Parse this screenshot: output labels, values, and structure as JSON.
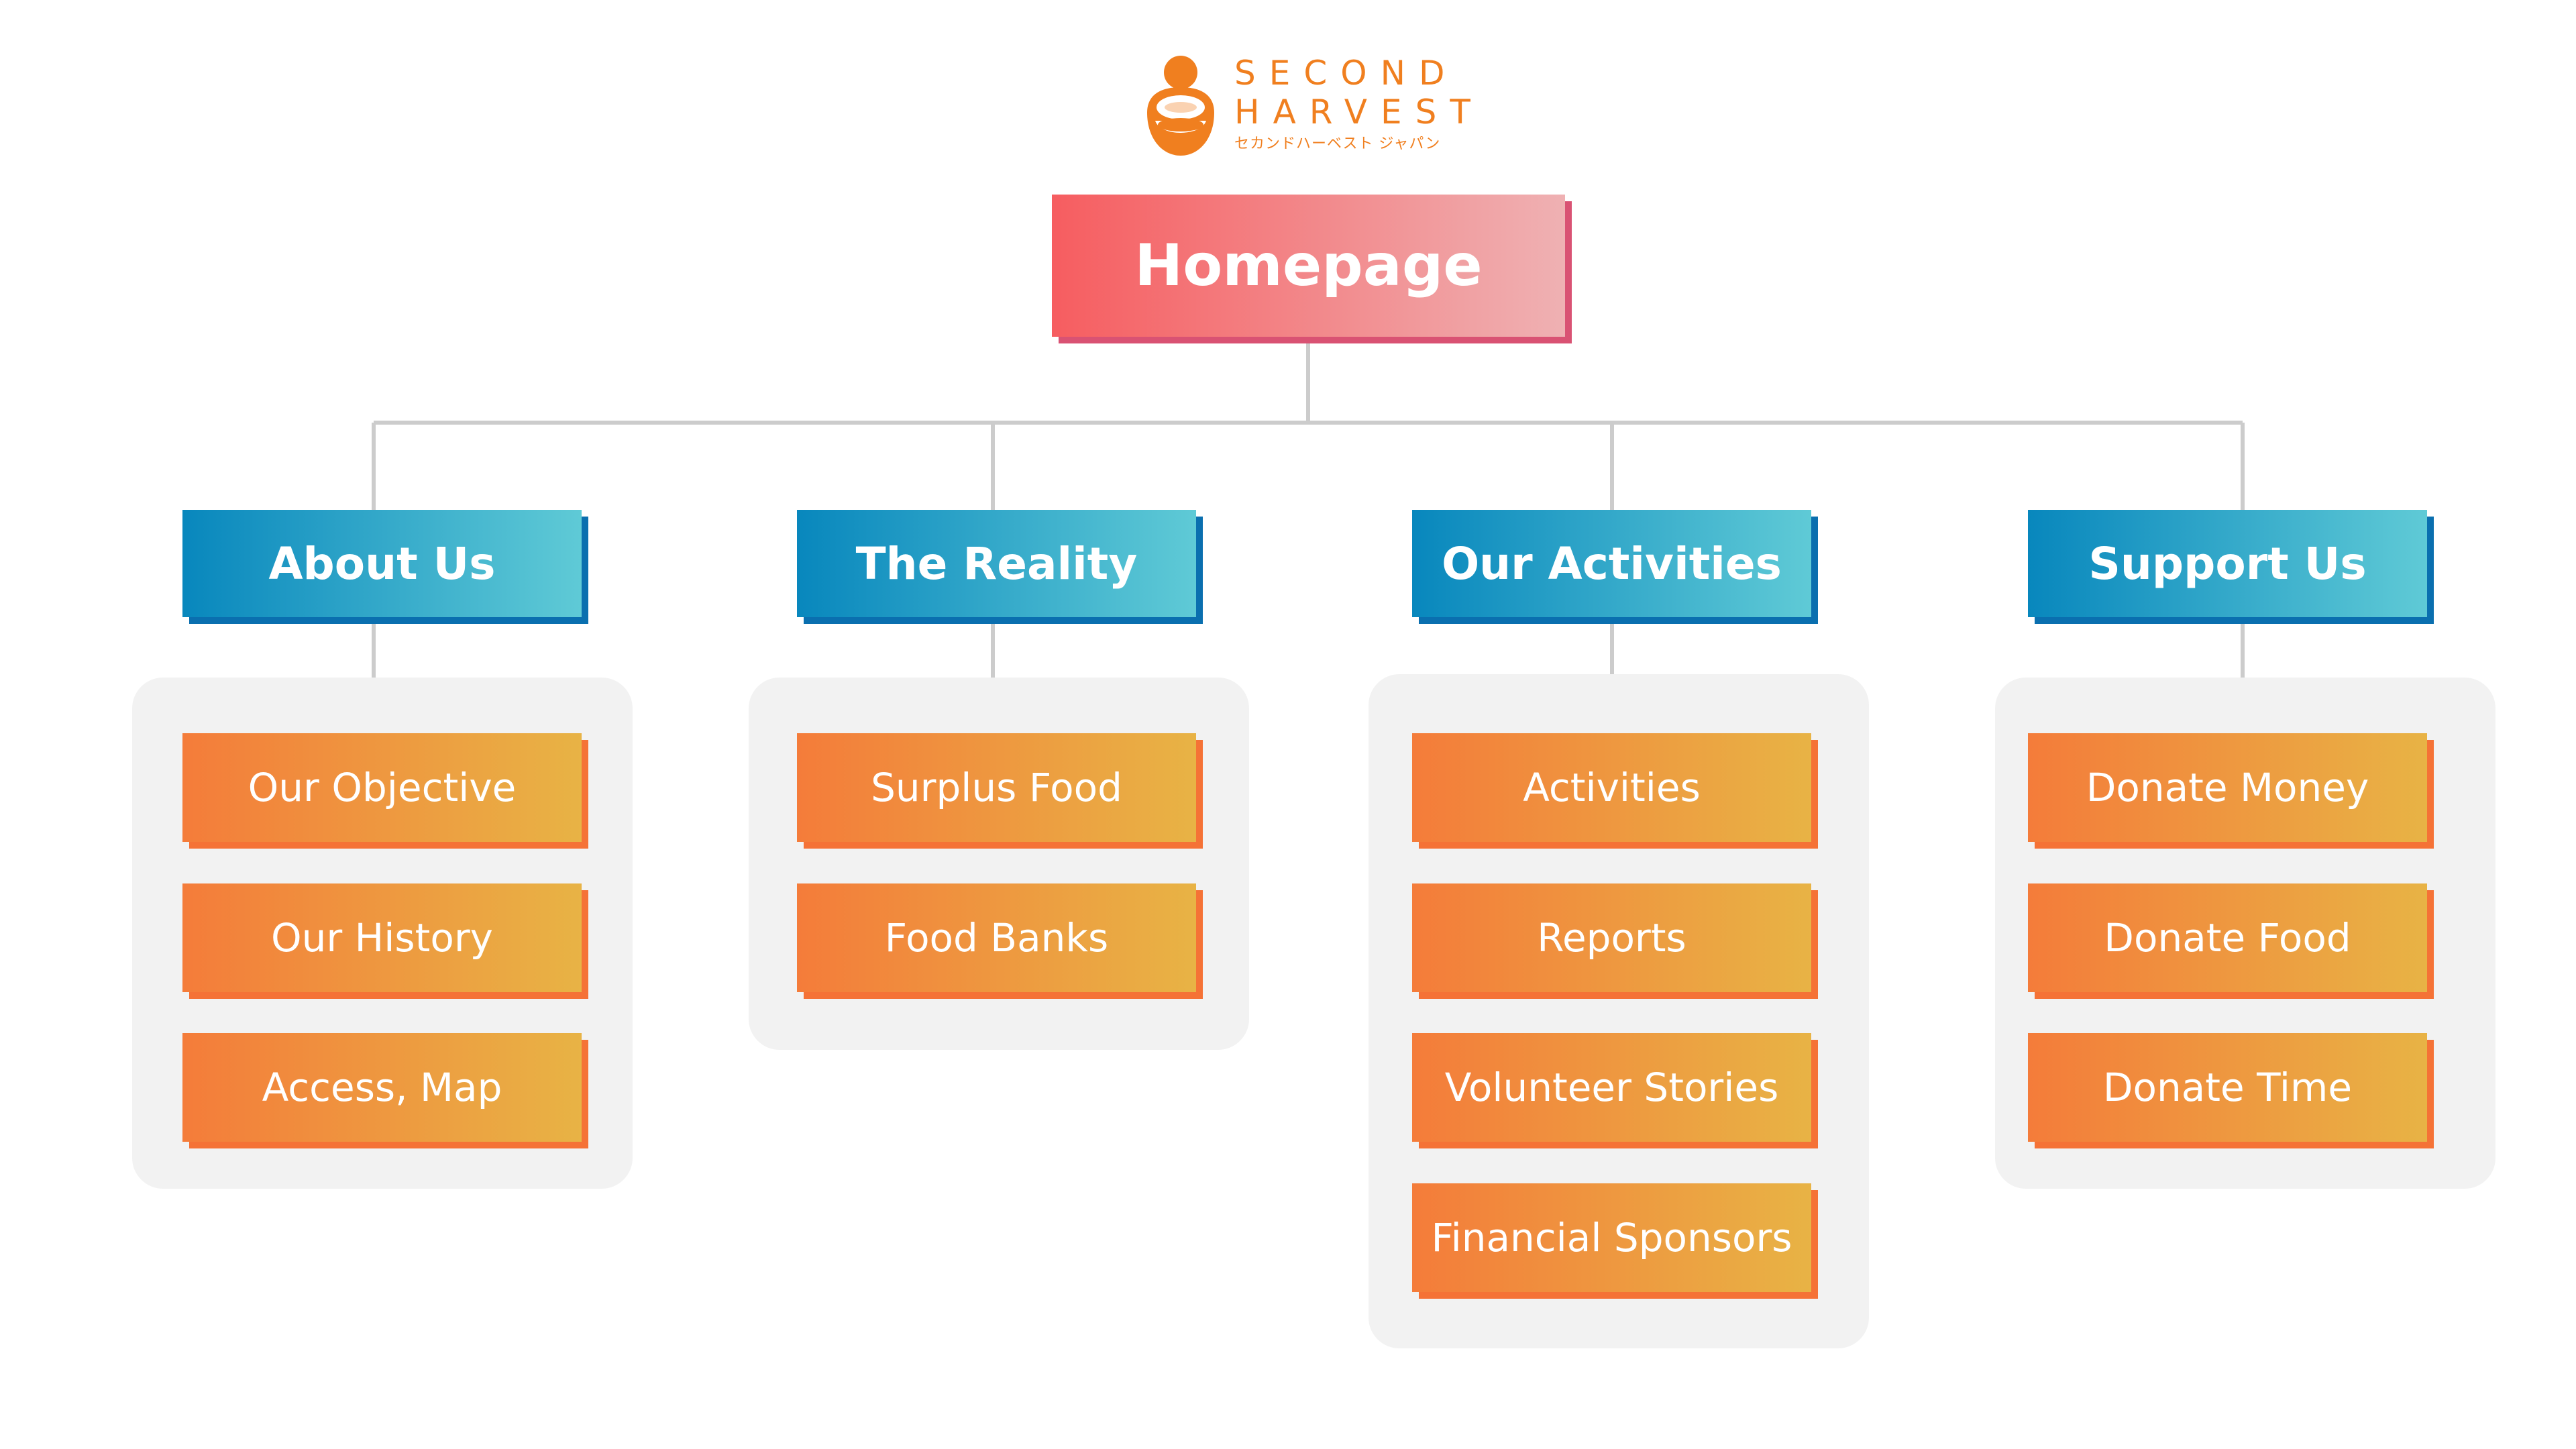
{
  "logo": {
    "line1": "SECOND",
    "line2": "HARVEST",
    "subtitle": "セカンドハーベスト ジャパン",
    "mark_icon": "second-harvest-logo-icon",
    "color": "#f07f1f"
  },
  "root": {
    "label": "Homepage",
    "colors": {
      "start": "#f65d60",
      "end": "#efb1b3",
      "shadow": "#d95273"
    }
  },
  "categories": [
    {
      "label": "About Us",
      "items": [
        "Our Objective",
        "Our History",
        "Access, Map"
      ]
    },
    {
      "label": "The Reality",
      "items": [
        "Surplus Food",
        "Food Banks"
      ]
    },
    {
      "label": "Our Activities",
      "items": [
        "Activities",
        "Reports",
        "Volunteer Stories",
        "Financial Sponsors"
      ]
    },
    {
      "label": "Support Us",
      "items": [
        "Donate Money",
        "Donate Food",
        "Donate Time"
      ]
    }
  ],
  "colors": {
    "category_start": "#0887bd",
    "category_end": "#5fcad6",
    "category_shadow": "#0a6faf",
    "item_start": "#f47c3a",
    "item_end": "#e8b345",
    "item_shadow": "#f57236",
    "panel": "#f2f2f2",
    "connector": "#cccccc"
  }
}
